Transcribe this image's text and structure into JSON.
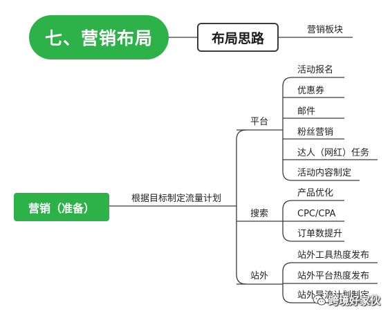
{
  "root": {
    "title": "七、营销布局"
  },
  "layout": {
    "title": "布局思路",
    "child": "营销板块"
  },
  "center": {
    "title": "营销（准备）",
    "connector_label": "根据目标制定流量计划"
  },
  "branches": [
    {
      "label": "平台",
      "items": [
        "活动报名",
        "优惠券",
        "邮件",
        "粉丝营销",
        "达人（网红）任务",
        "活动内容制定"
      ]
    },
    {
      "label": "搜索",
      "items": [
        "产品优化",
        "CPC/CPA",
        "订单数提升"
      ]
    },
    {
      "label": "站外",
      "items": [
        "站外工具热度发布",
        "站外平台热度发布",
        "站外导流计划制定"
      ]
    }
  ],
  "watermark": {
    "text": "跨境好家伙",
    "icon": "wechat-icon"
  },
  "colors": {
    "accent": "#2db24a",
    "line": "#3a3a3a"
  }
}
